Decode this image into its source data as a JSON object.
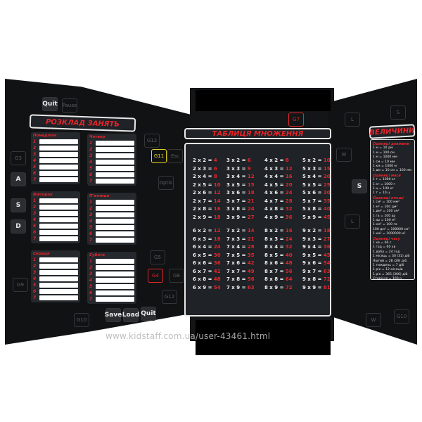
{
  "colors": {
    "background": "#111214",
    "accent": "#e4262b",
    "panel": "#1f2226",
    "key_highlight": "#e3d324"
  },
  "keys": [
    "Quit",
    "Pause",
    "G12",
    "G11",
    "Esc",
    "Optio",
    "G3",
    "G7",
    "G5",
    "G4",
    "G8",
    "G9",
    "G10",
    "L",
    "W",
    "S",
    "A",
    "S",
    "D",
    "Save",
    "Load",
    "Quit",
    "G12",
    "L",
    "W",
    "S",
    "G10"
  ],
  "schedule": {
    "title": "РОЗКЛАД ЗАНЯТЬ",
    "row_numbers": [
      "1",
      "2",
      "3",
      "4",
      "5",
      "6",
      "7"
    ],
    "days": [
      "Понеділок",
      "Четвер",
      "Вівторок",
      "П'ятниця",
      "Середа",
      "Субота"
    ]
  },
  "multiplication": {
    "title": "ТАБЛИЦЯ МНОЖЕННЯ",
    "columns": [
      [
        [
          "2 x 2 =",
          "4"
        ],
        [
          "2 x 3 =",
          "6"
        ],
        [
          "2 x 4 =",
          "8"
        ],
        [
          "2 x 5 =",
          "10"
        ],
        [
          "2 x 6 =",
          "12"
        ],
        [
          "2 x 7 =",
          "14"
        ],
        [
          "2 x 8 =",
          "16"
        ],
        [
          "2 x 9 =",
          "18"
        ]
      ],
      [
        [
          "3 x 2 =",
          "6"
        ],
        [
          "3 x 3 =",
          "9"
        ],
        [
          "3 x 4 =",
          "12"
        ],
        [
          "3 x 5 =",
          "15"
        ],
        [
          "3 x 6 =",
          "18"
        ],
        [
          "3 x 7 =",
          "21"
        ],
        [
          "3 x 8 =",
          "24"
        ],
        [
          "3 x 9 =",
          "27"
        ]
      ],
      [
        [
          "4 x 2 =",
          "8"
        ],
        [
          "4 x 3 =",
          "12"
        ],
        [
          "4 x 4 =",
          "16"
        ],
        [
          "4 x 5 =",
          "20"
        ],
        [
          "4 x 6 =",
          "24"
        ],
        [
          "4 x 7 =",
          "28"
        ],
        [
          "4 x 8 =",
          "32"
        ],
        [
          "4 x 9 =",
          "36"
        ]
      ],
      [
        [
          "5 x 2 =",
          "10"
        ],
        [
          "5 x 3 =",
          "15"
        ],
        [
          "5 x 4 =",
          "20"
        ],
        [
          "5 x 5 =",
          "25"
        ],
        [
          "5 x 6 =",
          "30"
        ],
        [
          "5 x 7 =",
          "35"
        ],
        [
          "5 x 8 =",
          "40"
        ],
        [
          "5 x 9 =",
          "45"
        ]
      ],
      [
        [
          "6 x 2 =",
          "12"
        ],
        [
          "6 x 3 =",
          "18"
        ],
        [
          "6 x 4 =",
          "24"
        ],
        [
          "6 x 5 =",
          "30"
        ],
        [
          "6 x 6 =",
          "36"
        ],
        [
          "6 x 7 =",
          "42"
        ],
        [
          "6 x 8 =",
          "48"
        ],
        [
          "6 x 9 =",
          "54"
        ]
      ],
      [
        [
          "7 x 2 =",
          "14"
        ],
        [
          "7 x 3 =",
          "21"
        ],
        [
          "7 x 4 =",
          "28"
        ],
        [
          "7 x 5 =",
          "35"
        ],
        [
          "7 x 6 =",
          "42"
        ],
        [
          "7 x 7 =",
          "49"
        ],
        [
          "7 x 8 =",
          "56"
        ],
        [
          "7 x 9 =",
          "63"
        ]
      ],
      [
        [
          "8 x 2 =",
          "16"
        ],
        [
          "8 x 3 =",
          "24"
        ],
        [
          "8 x 4 =",
          "32"
        ],
        [
          "8 x 5 =",
          "40"
        ],
        [
          "8 x 6 =",
          "48"
        ],
        [
          "8 x 7 =",
          "56"
        ],
        [
          "8 x 8 =",
          "64"
        ],
        [
          "8 x 9 =",
          "72"
        ]
      ],
      [
        [
          "9 x 2 =",
          "18"
        ],
        [
          "9 x 3 =",
          "27"
        ],
        [
          "9 x 4 =",
          "36"
        ],
        [
          "9 x 5 =",
          "45"
        ],
        [
          "9 x 6 =",
          "54"
        ],
        [
          "9 x 7 =",
          "63"
        ],
        [
          "9 x 8 =",
          "72"
        ],
        [
          "9 x 9 =",
          "81"
        ]
      ]
    ]
  },
  "values": {
    "title": "ВЕЛИЧИНИ",
    "sections": [
      {
        "heading": "Одиниці довжини",
        "lines": [
          "1 м = 10 дм",
          "1 м = 100 см",
          "1 м = 1000 мм",
          "1 см = 10 мм",
          "1 км = 1000 м",
          "1 дм = 10 см = 100 мм"
        ]
      },
      {
        "heading": "Одиниці маси",
        "lines": [
          "1 т = 1000 кг",
          "1 кг = 1000 г",
          "1 ц = 100 кг",
          "1 т = 10 ц"
        ]
      },
      {
        "heading": "Одиниці площі",
        "lines": [
          "1 см² = 100 мм²",
          "1 м² = 100 дм²",
          "1 дм² = 100 см²",
          "1 га = 100 ар",
          "1 ар = 100 м²",
          "1 км² = 100 га",
          "100 дм² = 100000 см²",
          "1 км² = 1000000 м²"
        ]
      },
      {
        "heading": "Одиниці часу",
        "lines": [
          "1 хв = 60 с",
          "1 год = 60 хв",
          "1 доба = 24 год",
          "1 місяць = 30 (31) діб",
          "Лютий = 28 (29) діб",
          "1 тиждень = 7 діб",
          "1 рік = 12 місяців",
          "1 рік = 365 (366) діб",
          "Сторіччя = 100 р."
        ]
      }
    ]
  },
  "watermark": "www.kidstaff.com.ua/user-43461.html"
}
